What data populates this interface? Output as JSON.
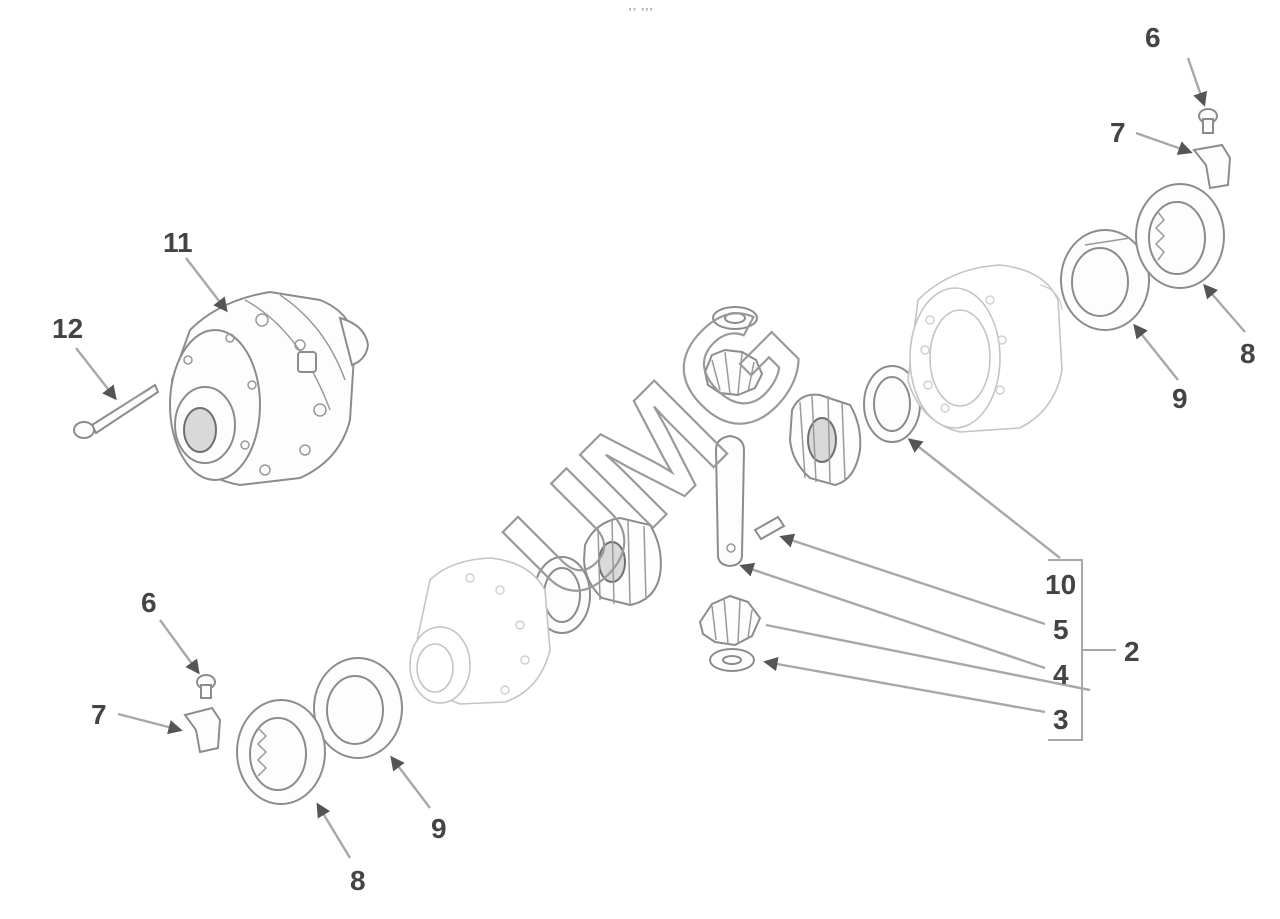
{
  "header": {
    "code": "⁶⁰ ⁶⁰⁸"
  },
  "watermark": {
    "text": "UMG"
  },
  "callouts": {
    "c6_right": "6",
    "c7_right": "7",
    "c8_right": "8",
    "c9_right": "9",
    "c11": "11",
    "c12": "12",
    "c10": "10",
    "c5": "5",
    "c4": "4",
    "c3": "3",
    "c2": "2",
    "c6_left": "6",
    "c7_left": "7",
    "c8_left": "8",
    "c9_left": "9"
  },
  "colors": {
    "line": "#8c8c8c",
    "leader": "#a8a8a8",
    "text": "#444444"
  }
}
